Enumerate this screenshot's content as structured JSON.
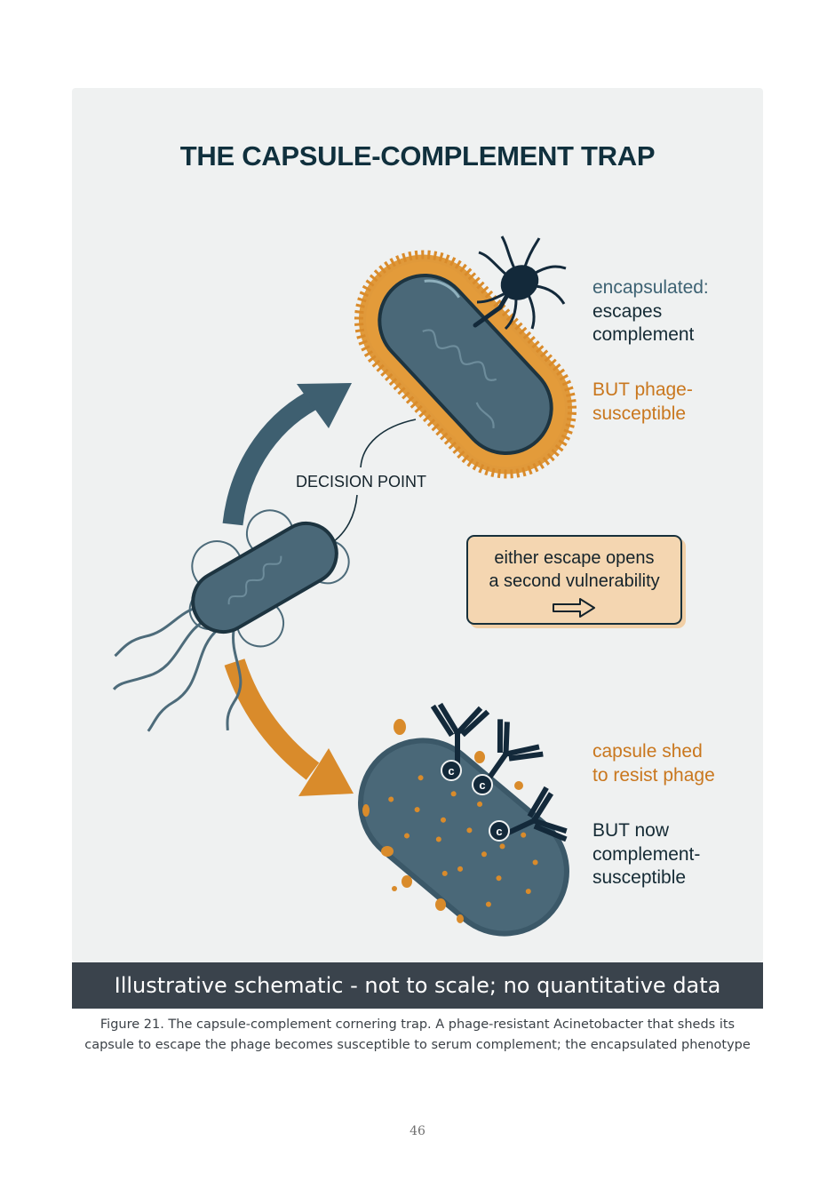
{
  "figure": {
    "title": "THE CAPSULE-COMPLEMENT TRAP",
    "decision_label": "DECISION POINT",
    "upper_labels": {
      "line1": "encapsulated:",
      "line2": "escapes",
      "line3": "complement",
      "but_line1": "BUT phage-",
      "but_line2": "susceptible"
    },
    "lower_labels": {
      "line1": "capsule shed",
      "line2": "to resist phage",
      "but_line1": "BUT now",
      "but_line2": "complement-",
      "but_line3": "susceptible"
    },
    "note_box": {
      "line1": "either escape opens",
      "line2": "a second vulnerability"
    },
    "icons": [
      "phage-icon",
      "antibody-icon",
      "complement-icon",
      "arrow-right-icon"
    ],
    "colors": {
      "teal": "#3e5f70",
      "orange": "#d98b2b",
      "navy": "#13293a",
      "box_fill": "#f4d6b1",
      "background": "#eff1f1"
    }
  },
  "banner": {
    "text": "Illustrative schematic - not to scale; no quantitative data"
  },
  "caption": {
    "line1": "Figure 21. The capsule-complement cornering trap. A phage-resistant Acinetobacter that sheds its",
    "line2": "capsule to escape the phage becomes susceptible to serum complement; the encapsulated phenotype"
  },
  "page_number": "46"
}
